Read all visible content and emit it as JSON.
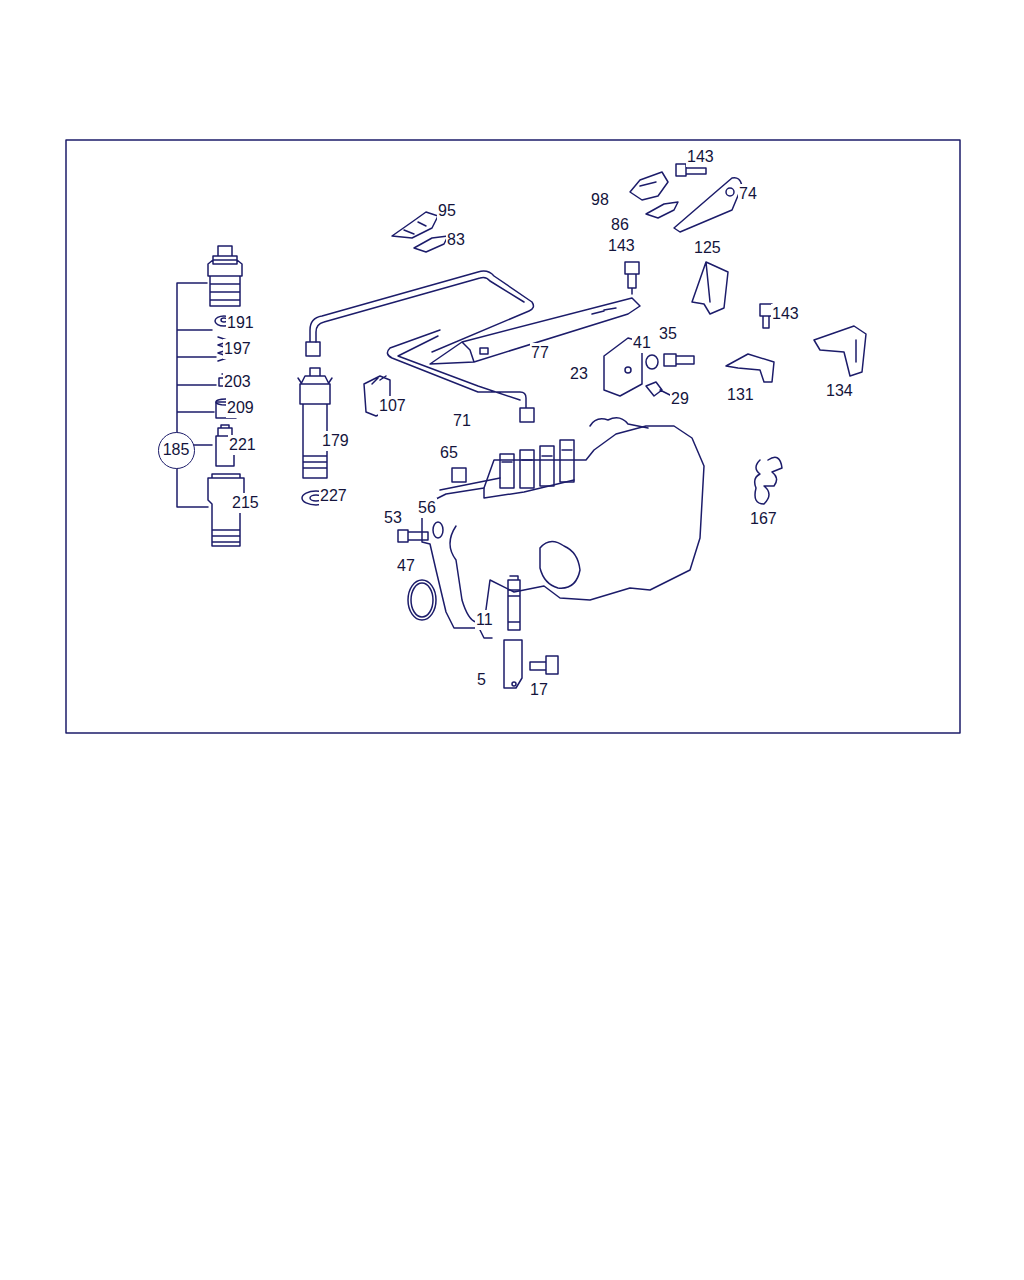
{
  "diagram": {
    "nodes": [
      {
        "text": [
          "185"
        ]
      }
    ],
    "labels": [
      "143",
      "95",
      "98",
      "74",
      "86",
      "83",
      "143",
      "125",
      "191",
      "143",
      "197",
      "41",
      "35",
      "77",
      "23",
      "203",
      "131",
      "134",
      "107",
      "29",
      "209",
      "71",
      "221",
      "179",
      "65",
      "167",
      "227",
      "215",
      "56",
      "53",
      "47",
      "11",
      "5",
      "17"
    ]
  }
}
